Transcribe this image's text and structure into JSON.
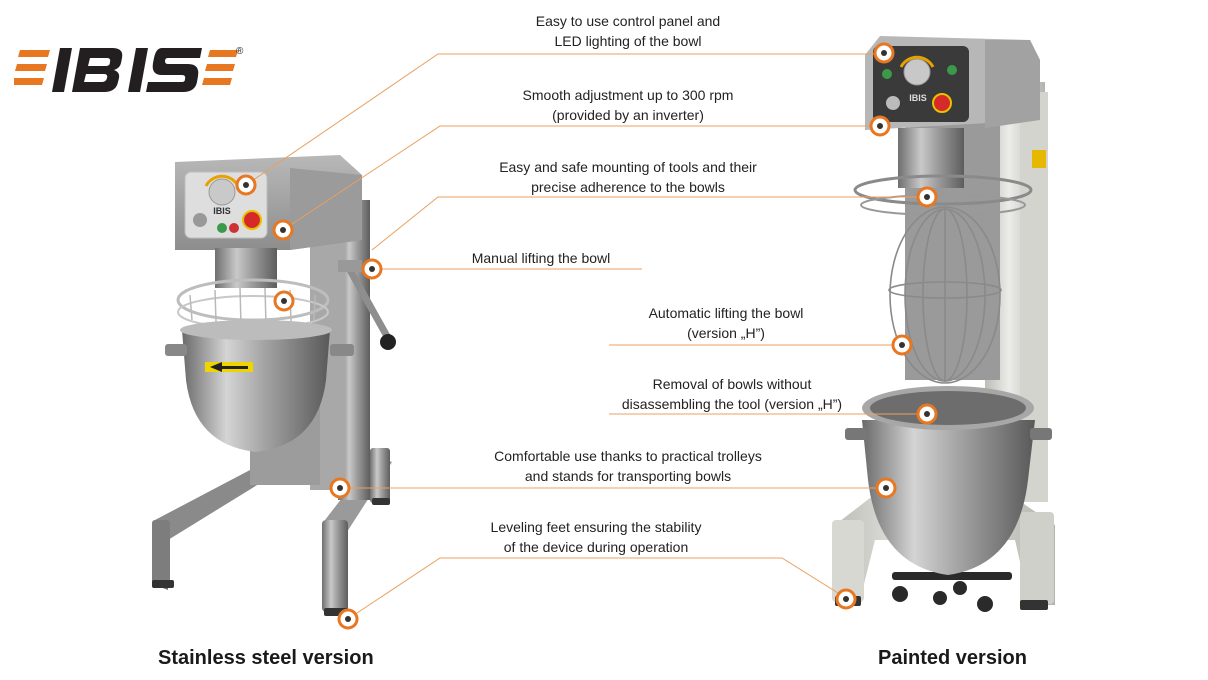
{
  "brand": {
    "logo_text": "IBIS",
    "registered_mark": "®",
    "accent_color": "#e87722",
    "logo_dark_color": "#231f20"
  },
  "features": [
    {
      "id": "control-panel",
      "lines": [
        "Easy to use control panel and",
        "LED lighting of the bowl"
      ]
    },
    {
      "id": "rpm-adjust",
      "lines": [
        "Smooth adjustment up to 300 rpm",
        "(provided by an inverter)"
      ]
    },
    {
      "id": "tool-mounting",
      "lines": [
        "Easy and safe mounting of tools and their",
        "precise adherence to the bowls"
      ]
    },
    {
      "id": "manual-lift",
      "lines": [
        "Manual lifting the bowl"
      ]
    },
    {
      "id": "auto-lift",
      "lines": [
        "Automatic lifting the bowl",
        "(version „H”)"
      ]
    },
    {
      "id": "bowl-removal",
      "lines": [
        "Removal of bowls without",
        "disassembling the tool (version „H”)"
      ]
    },
    {
      "id": "trolleys",
      "lines": [
        "Comfortable use thanks to practical trolleys",
        "and stands for transporting bowls"
      ]
    },
    {
      "id": "leveling-feet",
      "lines": [
        "Leveling feet ensuring the stability",
        "of the device during operation"
      ]
    }
  ],
  "machines": {
    "left": {
      "caption": "Stainless steel version",
      "panel_label": "IBIS"
    },
    "right": {
      "caption": "Painted version",
      "panel_label": "IBIS"
    }
  },
  "colors": {
    "leader_line": "#e8a060",
    "marker_ring": "#e87722",
    "stainless_body": "#9a9a9a",
    "painted_body": "#d9d9d6"
  }
}
